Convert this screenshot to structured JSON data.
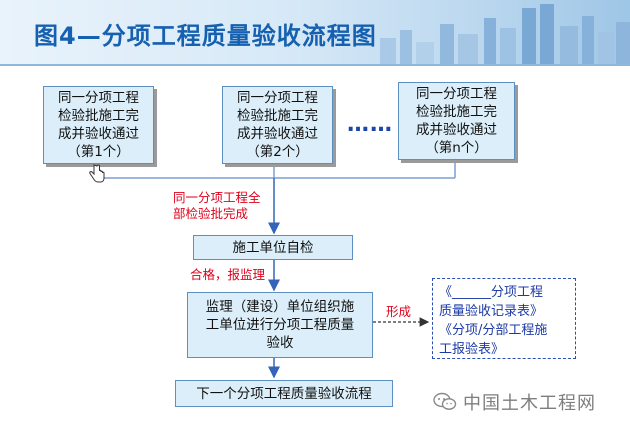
{
  "header": {
    "title": "图4—分项工程质量验收流程图"
  },
  "batches": [
    {
      "text": "同一分项工程\n检验批施工完\n成并验收通过\n（第1个）"
    },
    {
      "text": "同一分项工程\n检验批施工完\n成并验收通过\n（第2个）"
    },
    {
      "text": "同一分项工程\n检验批施工完\n成并验收通过\n（第n个）"
    }
  ],
  "ellipsis": "……",
  "flow": {
    "all_complete_label": "同一分项工程全\n部检验批完成",
    "self_check": "施工单位自检",
    "pass_label": "合格，报监理",
    "supervision": "监理（建设）单位组织施\n工单位进行分项工程质量\n验收",
    "form_label": "形成",
    "records": "《______分项工程\n质量验收记录表》\n《分项/分部工程施\n工报验表》",
    "next": "下一个分项工程质量验收流程"
  },
  "watermark": {
    "text": "中国土木工程网",
    "icon": "wechat-icon"
  },
  "colors": {
    "title": "#1660b0",
    "box_fill": "#dbeef9",
    "box_border": "#5d8fc0",
    "label_red": "#e0001b",
    "dashed_border": "#2b4fb5"
  }
}
